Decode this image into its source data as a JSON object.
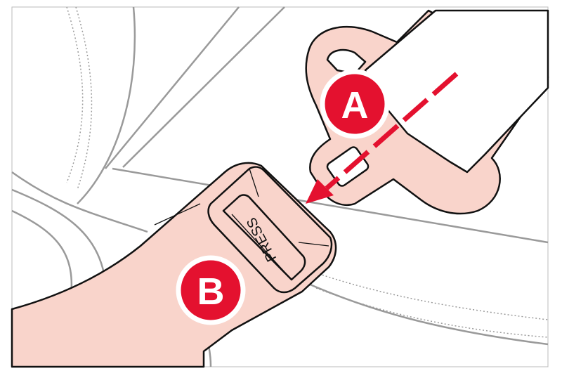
{
  "labels": {
    "a": "A",
    "b": "B",
    "press": "PRESS"
  },
  "colors": {
    "accent": "#e4112f",
    "part_fill": "#f9d4cb",
    "seat_line": "#9a9a9a"
  }
}
